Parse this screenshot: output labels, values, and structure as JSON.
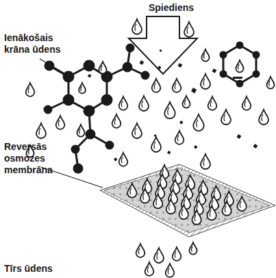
{
  "diagram": {
    "labels": [
      "Spiediens",
      "Ienākošais krāna ūdens",
      "Reversās osmozes membrāna",
      "Tīrs ūdens"
    ]
  }
}
